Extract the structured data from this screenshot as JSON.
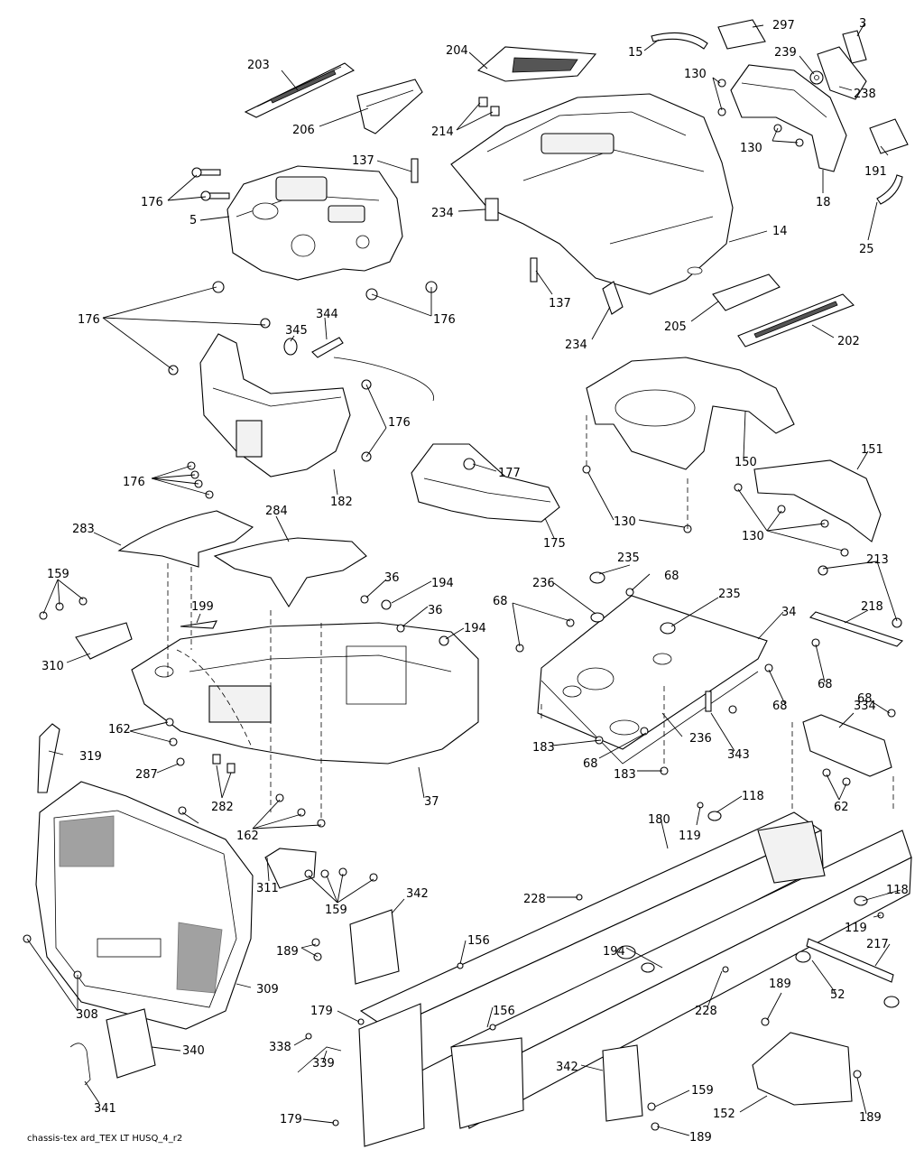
{
  "caption": "chassis-tex ard_TEX LT HUSQ_4_r2",
  "labels": [
    {
      "id": "l203",
      "text": "203"
    },
    {
      "id": "l206",
      "text": "206"
    },
    {
      "id": "l176a",
      "text": "176"
    },
    {
      "id": "l5",
      "text": "5"
    },
    {
      "id": "l137a",
      "text": "137"
    },
    {
      "id": "l204",
      "text": "204"
    },
    {
      "id": "l214",
      "text": "214"
    },
    {
      "id": "l15",
      "text": "15"
    },
    {
      "id": "l297",
      "text": "297"
    },
    {
      "id": "l3",
      "text": "3"
    },
    {
      "id": "l239",
      "text": "239"
    },
    {
      "id": "l130a",
      "text": "130"
    },
    {
      "id": "l238",
      "text": "238"
    },
    {
      "id": "l130b",
      "text": "130"
    },
    {
      "id": "l191",
      "text": "191"
    },
    {
      "id": "l18",
      "text": "18"
    },
    {
      "id": "l25",
      "text": "25"
    },
    {
      "id": "l14",
      "text": "14"
    },
    {
      "id": "l234a",
      "text": "234"
    },
    {
      "id": "l137b",
      "text": "137"
    },
    {
      "id": "l234b",
      "text": "234"
    },
    {
      "id": "l205",
      "text": "205"
    },
    {
      "id": "l202",
      "text": "202"
    },
    {
      "id": "l176b",
      "text": "176"
    },
    {
      "id": "l176c",
      "text": "176"
    },
    {
      "id": "l345",
      "text": "345"
    },
    {
      "id": "l344",
      "text": "344"
    },
    {
      "id": "l176d",
      "text": "176"
    },
    {
      "id": "l176e",
      "text": "176"
    },
    {
      "id": "l182",
      "text": "182"
    },
    {
      "id": "l177",
      "text": "177"
    },
    {
      "id": "l175",
      "text": "175"
    },
    {
      "id": "l150",
      "text": "150"
    },
    {
      "id": "l151",
      "text": "151"
    },
    {
      "id": "l130c",
      "text": "130"
    },
    {
      "id": "l130d",
      "text": "130"
    },
    {
      "id": "l283",
      "text": "283"
    },
    {
      "id": "l284",
      "text": "284"
    },
    {
      "id": "l159a",
      "text": "159"
    },
    {
      "id": "l36a",
      "text": "36"
    },
    {
      "id": "l194a",
      "text": "194"
    },
    {
      "id": "l199",
      "text": "199"
    },
    {
      "id": "l36b",
      "text": "36"
    },
    {
      "id": "l194b",
      "text": "194"
    },
    {
      "id": "l310",
      "text": "310"
    },
    {
      "id": "l235a",
      "text": "235"
    },
    {
      "id": "l236a",
      "text": "236"
    },
    {
      "id": "l68a",
      "text": "68"
    },
    {
      "id": "l68b",
      "text": "68"
    },
    {
      "id": "l235b",
      "text": "235"
    },
    {
      "id": "l34",
      "text": "34"
    },
    {
      "id": "l213",
      "text": "213"
    },
    {
      "id": "l218",
      "text": "218"
    },
    {
      "id": "l68c",
      "text": "68"
    },
    {
      "id": "l68d",
      "text": "68"
    },
    {
      "id": "l162a",
      "text": "162"
    },
    {
      "id": "l319",
      "text": "319"
    },
    {
      "id": "l287",
      "text": "287"
    },
    {
      "id": "l282",
      "text": "282"
    },
    {
      "id": "l37",
      "text": "37"
    },
    {
      "id": "l183a",
      "text": "183"
    },
    {
      "id": "l68e",
      "text": "68"
    },
    {
      "id": "l236b",
      "text": "236"
    },
    {
      "id": "l343",
      "text": "343"
    },
    {
      "id": "l68f",
      "text": "68"
    },
    {
      "id": "l183b",
      "text": "183"
    },
    {
      "id": "l334",
      "text": "334"
    },
    {
      "id": "l62",
      "text": "62"
    },
    {
      "id": "l162b",
      "text": "162"
    },
    {
      "id": "l118a",
      "text": "118"
    },
    {
      "id": "l180",
      "text": "180"
    },
    {
      "id": "l119a",
      "text": "119"
    },
    {
      "id": "l311",
      "text": "311"
    },
    {
      "id": "l159b",
      "text": "159"
    },
    {
      "id": "l342a",
      "text": "342"
    },
    {
      "id": "l228a",
      "text": "228"
    },
    {
      "id": "l118b",
      "text": "118"
    },
    {
      "id": "l119b",
      "text": "119"
    },
    {
      "id": "l189a",
      "text": "189"
    },
    {
      "id": "l156a",
      "text": "156"
    },
    {
      "id": "l194c",
      "text": "194"
    },
    {
      "id": "l217",
      "text": "217"
    },
    {
      "id": "l308",
      "text": "308"
    },
    {
      "id": "l309",
      "text": "309"
    },
    {
      "id": "l52",
      "text": "52"
    },
    {
      "id": "l228b",
      "text": "228"
    },
    {
      "id": "l189b",
      "text": "189"
    },
    {
      "id": "l179a",
      "text": "179"
    },
    {
      "id": "l156b",
      "text": "156"
    },
    {
      "id": "l338",
      "text": "338"
    },
    {
      "id": "l340",
      "text": "340"
    },
    {
      "id": "l339",
      "text": "339"
    },
    {
      "id": "l342b",
      "text": "342"
    },
    {
      "id": "l159c",
      "text": "159"
    },
    {
      "id": "l341",
      "text": "341"
    },
    {
      "id": "l152",
      "text": "152"
    },
    {
      "id": "l189c",
      "text": "189"
    },
    {
      "id": "l179b",
      "text": "179"
    },
    {
      "id": "l189d",
      "text": "189"
    }
  ]
}
